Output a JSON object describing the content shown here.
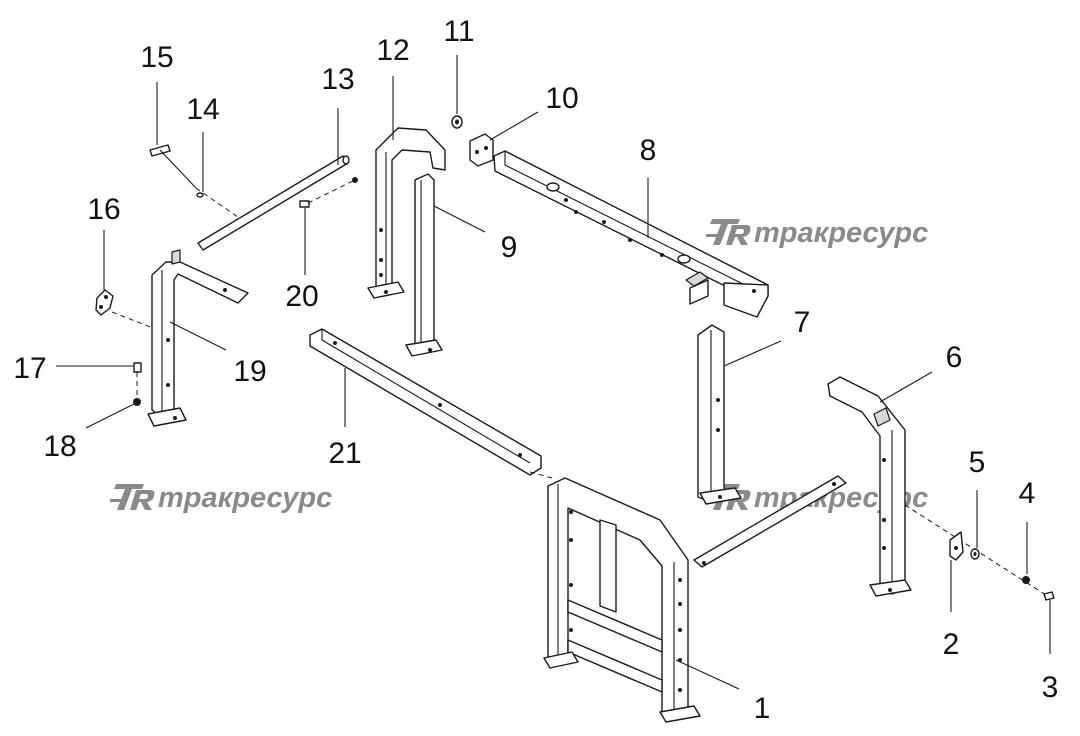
{
  "watermark": {
    "text": "тракресурс",
    "color": "#8a8a8a"
  },
  "callouts": [
    {
      "label": "1"
    },
    {
      "label": "2"
    },
    {
      "label": "3"
    },
    {
      "label": "4"
    },
    {
      "label": "5"
    },
    {
      "label": "6"
    },
    {
      "label": "7"
    },
    {
      "label": "8"
    },
    {
      "label": "9"
    },
    {
      "label": "10"
    },
    {
      "label": "11"
    },
    {
      "label": "12"
    },
    {
      "label": "13"
    },
    {
      "label": "14"
    },
    {
      "label": "15"
    },
    {
      "label": "16"
    },
    {
      "label": "17"
    },
    {
      "label": "18"
    },
    {
      "label": "19"
    },
    {
      "label": "20"
    },
    {
      "label": "21"
    }
  ]
}
